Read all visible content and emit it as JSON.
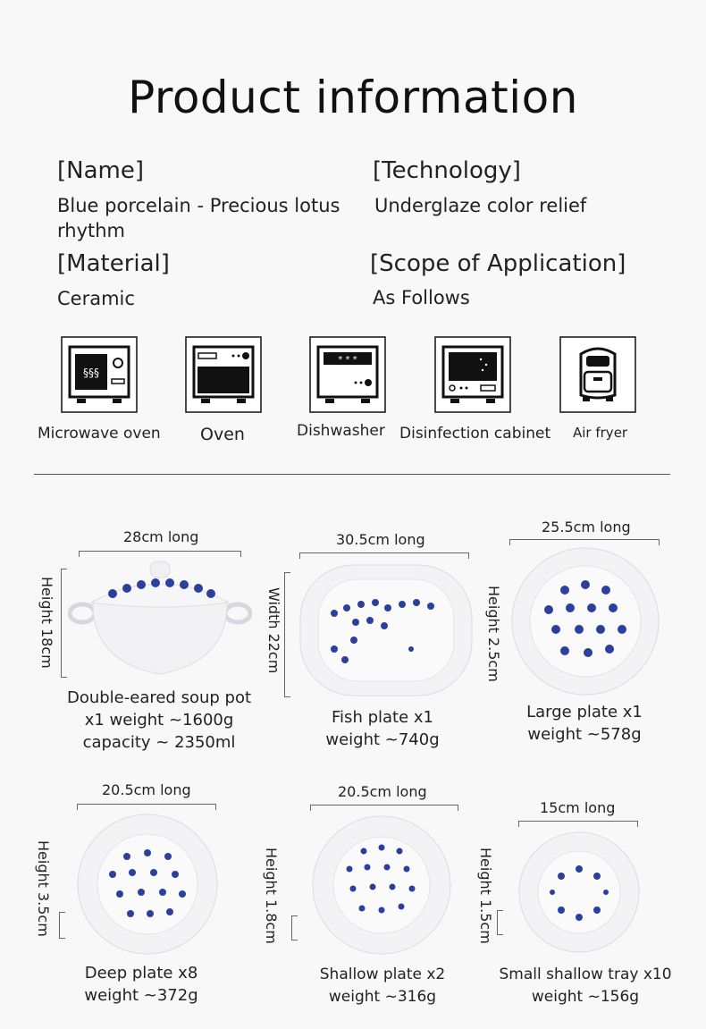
{
  "title": "Product information",
  "info": {
    "name_header": "[Name]",
    "name_value_1": "Blue porcelain - Precious lotus",
    "name_value_2": "rhythm",
    "tech_header": "[Technology]",
    "tech_value": "Underglaze color relief",
    "material_header": "[Material]",
    "material_value": "Ceramic",
    "scope_header": "[Scope of Application]",
    "scope_value": "As Follows"
  },
  "appliances": [
    {
      "label": "Microwave oven",
      "icon": "microwave-icon"
    },
    {
      "label": "Oven",
      "icon": "oven-icon"
    },
    {
      "label": "Dishwasher",
      "icon": "dishwasher-icon"
    },
    {
      "label": "Disinfection cabinet",
      "icon": "disinfection-cabinet-icon"
    },
    {
      "label": "Air fryer",
      "icon": "air-fryer-icon"
    }
  ],
  "products": [
    {
      "width_label": "28cm long",
      "height_label": "Height 18cm",
      "caption": [
        "Double-eared soup pot",
        "x1 weight ~1600g",
        "capacity ~ 2350ml"
      ]
    },
    {
      "width_label": "30.5cm long",
      "height_label": "Width 22cm",
      "caption": [
        "Fish plate x1",
        "weight ~740g"
      ]
    },
    {
      "width_label": "25.5cm long",
      "height_label": "Height 2.5cm",
      "caption": [
        "Large plate x1",
        "weight ~578g"
      ]
    },
    {
      "width_label": "20.5cm long",
      "height_label": "Height 3.5cm",
      "caption": [
        "Deep plate x8",
        "weight ~372g"
      ]
    },
    {
      "width_label": "20.5cm long",
      "height_label": "Height 1.8cm",
      "caption": [
        "Shallow plate x2",
        "weight ~316g"
      ]
    },
    {
      "width_label": "15cm long",
      "height_label": "Height 1.5cm",
      "caption": [
        "Small shallow tray x10",
        "weight ~156g"
      ]
    }
  ],
  "colors": {
    "pattern_blue": "#2b3f9e",
    "porcelain": "#f4f4f6",
    "text": "#222222"
  }
}
